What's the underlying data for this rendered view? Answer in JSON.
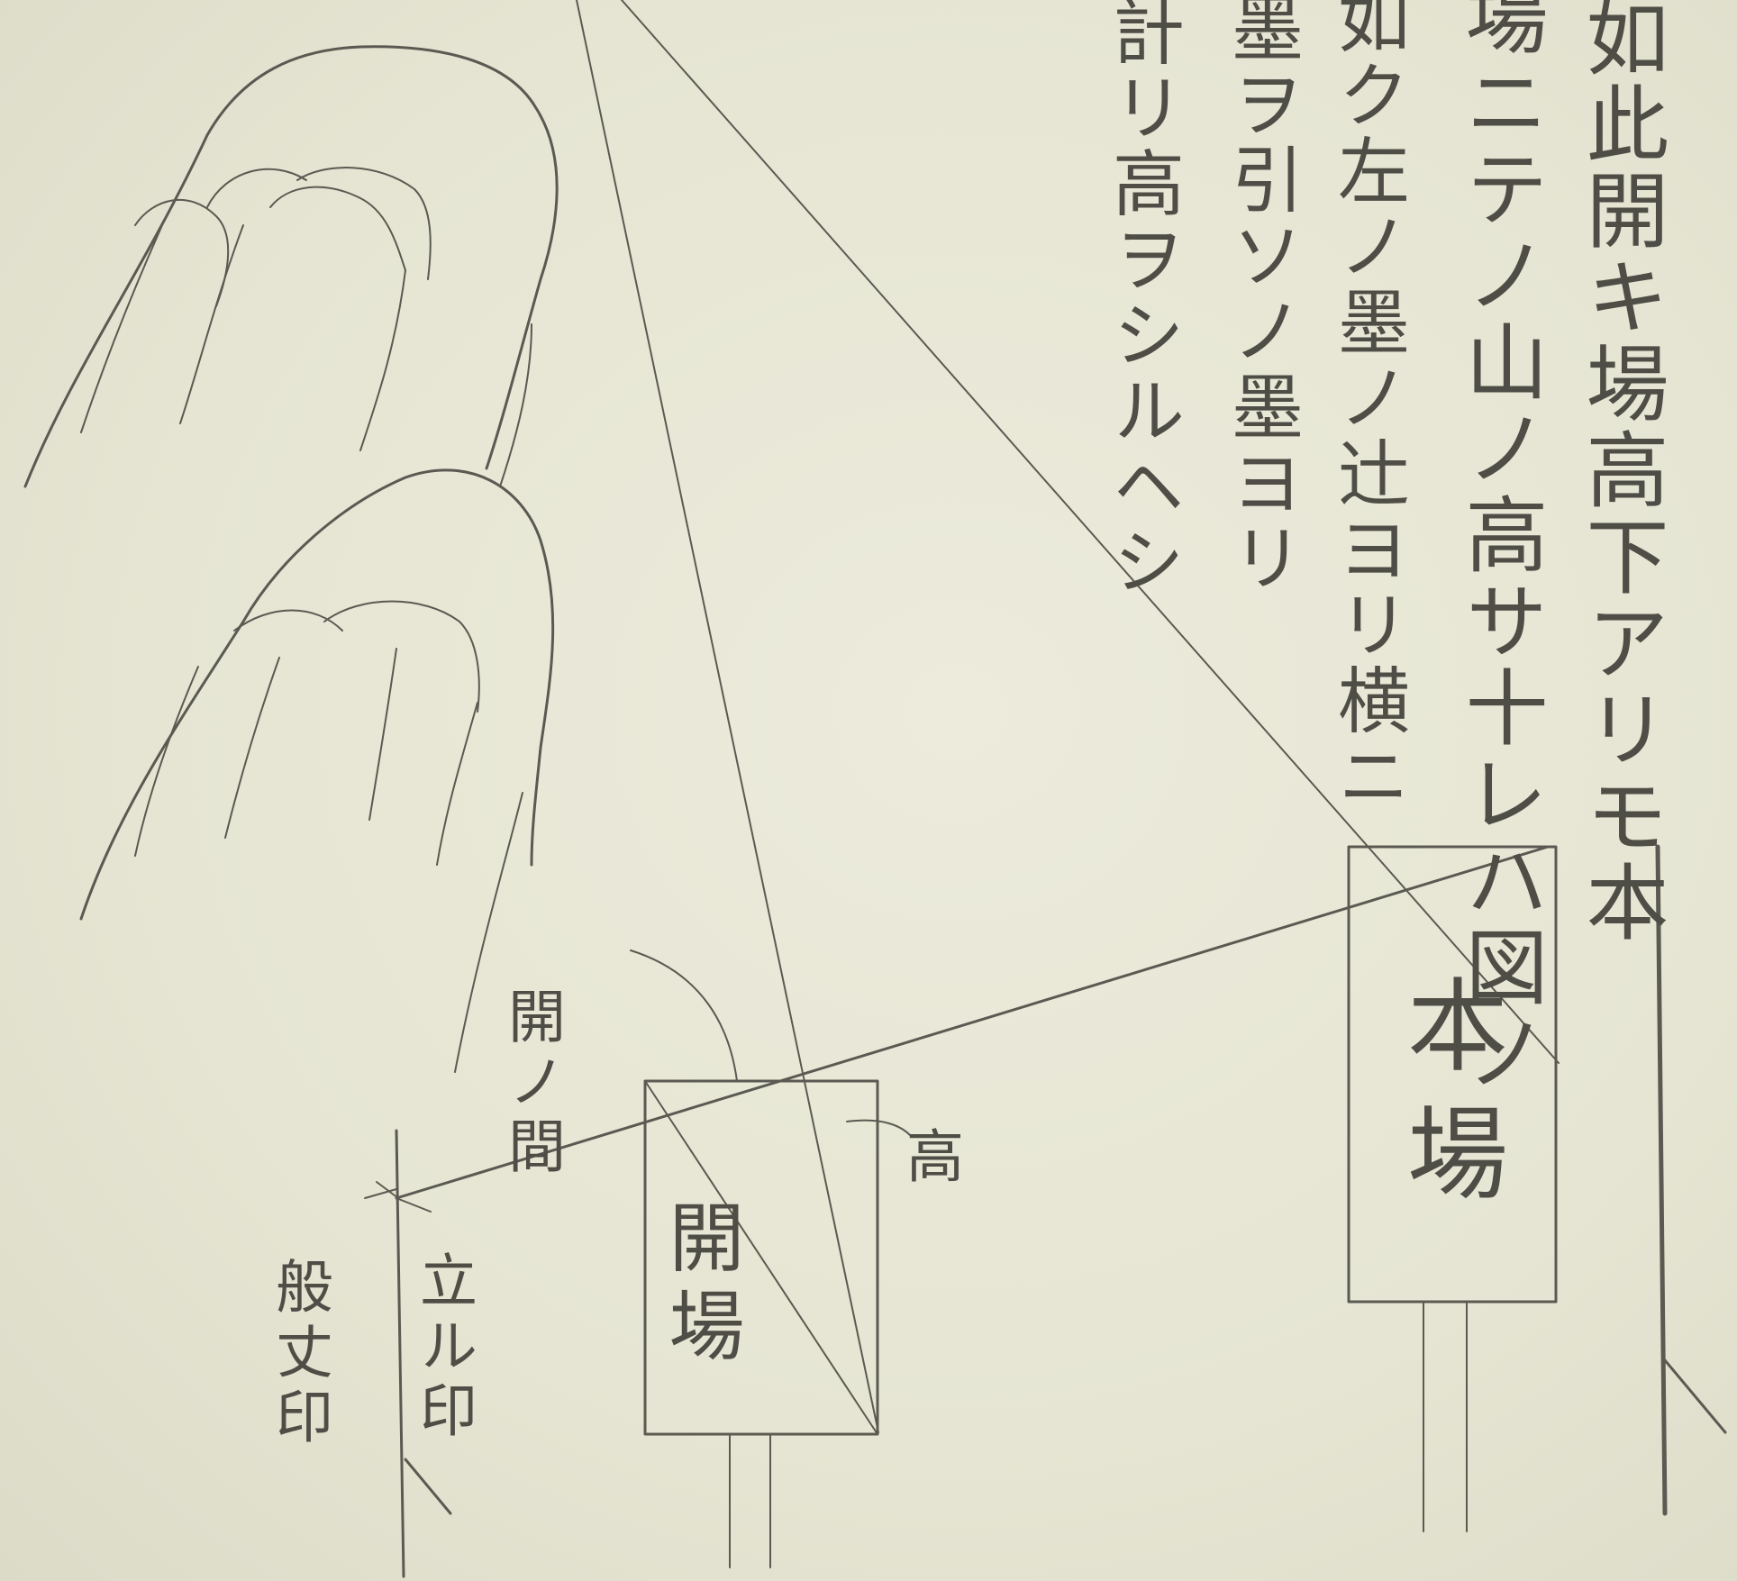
{
  "text_columns": [
    {
      "id": "col1",
      "text": "如此開キ場高下アリモ本"
    },
    {
      "id": "col2",
      "text": "場ニテノ山ノ高サ十レハ図ノ"
    },
    {
      "id": "col3",
      "text": "如ク左ノ墨ノ辻ヨリ横ニ"
    },
    {
      "id": "col4",
      "text": "墨ヲ引ソノ墨ヨリ"
    },
    {
      "id": "col5",
      "text": "計リ高ヲシルヘシ"
    }
  ],
  "labels": {
    "honba": "本場",
    "hirakiba": "開場",
    "hiraki_aida": "開ノ間",
    "taka": "高",
    "tatsuru_in": "立ル印",
    "hannyo_in": "般丈印"
  }
}
